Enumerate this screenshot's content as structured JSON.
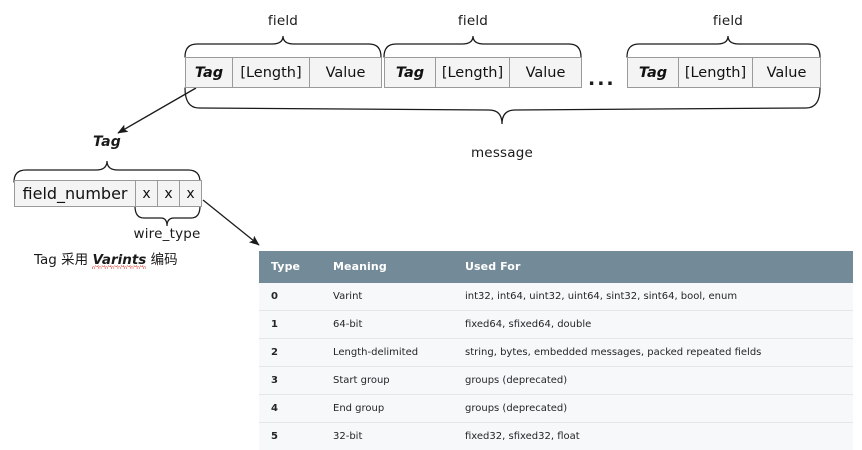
{
  "diagram": {
    "title_labels": {
      "field": "field",
      "message": "message",
      "tag": "Tag",
      "wire_type": "wire_type"
    },
    "message_strip": {
      "label": "message",
      "ellipsis": "...",
      "fields": [
        {
          "label": "field",
          "cells": [
            "Tag",
            "[Length]",
            "Value"
          ]
        },
        {
          "label": "field",
          "cells": [
            "Tag",
            "[Length]",
            "Value"
          ]
        },
        {
          "label": "field",
          "cells": [
            "Tag",
            "[Length]",
            "Value"
          ]
        }
      ]
    },
    "tag_detail": {
      "brace_label": "Tag",
      "field_number": "field_number",
      "bits": [
        "x",
        "x",
        "x"
      ],
      "wire_type_label": "wire_type"
    },
    "note": {
      "prefix": "Tag ",
      "cn_before": "采用",
      "emphasis": "Varints",
      "cn_after": "编码",
      "full": "Tag 采用 Varints 编码"
    }
  },
  "table": {
    "columns": [
      "Type",
      "Meaning",
      "Used For"
    ],
    "rows": [
      {
        "type": "0",
        "meaning": "Varint",
        "used_for": "int32, int64, uint32, uint64, sint32, sint64, bool, enum"
      },
      {
        "type": "1",
        "meaning": "64-bit",
        "used_for": "fixed64, sfixed64, double"
      },
      {
        "type": "2",
        "meaning": "Length-delimited",
        "used_for": "string, bytes, embedded messages, packed repeated fields"
      },
      {
        "type": "3",
        "meaning": "Start group",
        "used_for": "groups (deprecated)"
      },
      {
        "type": "4",
        "meaning": "End group",
        "used_for": "groups (deprecated)"
      },
      {
        "type": "5",
        "meaning": "32-bit",
        "used_for": "fixed32, sfixed32, float"
      }
    ]
  },
  "colors": {
    "header_bg": "#738b99",
    "header_text": "#ffffff",
    "row_bg": "#f7f8f9",
    "row_border": "#e3e7ea",
    "cell_fill": "#f4f4f4",
    "cell_border": "#9a9a9a",
    "squiggle": "#e03a2f",
    "stroke": "#1a1a1a"
  }
}
